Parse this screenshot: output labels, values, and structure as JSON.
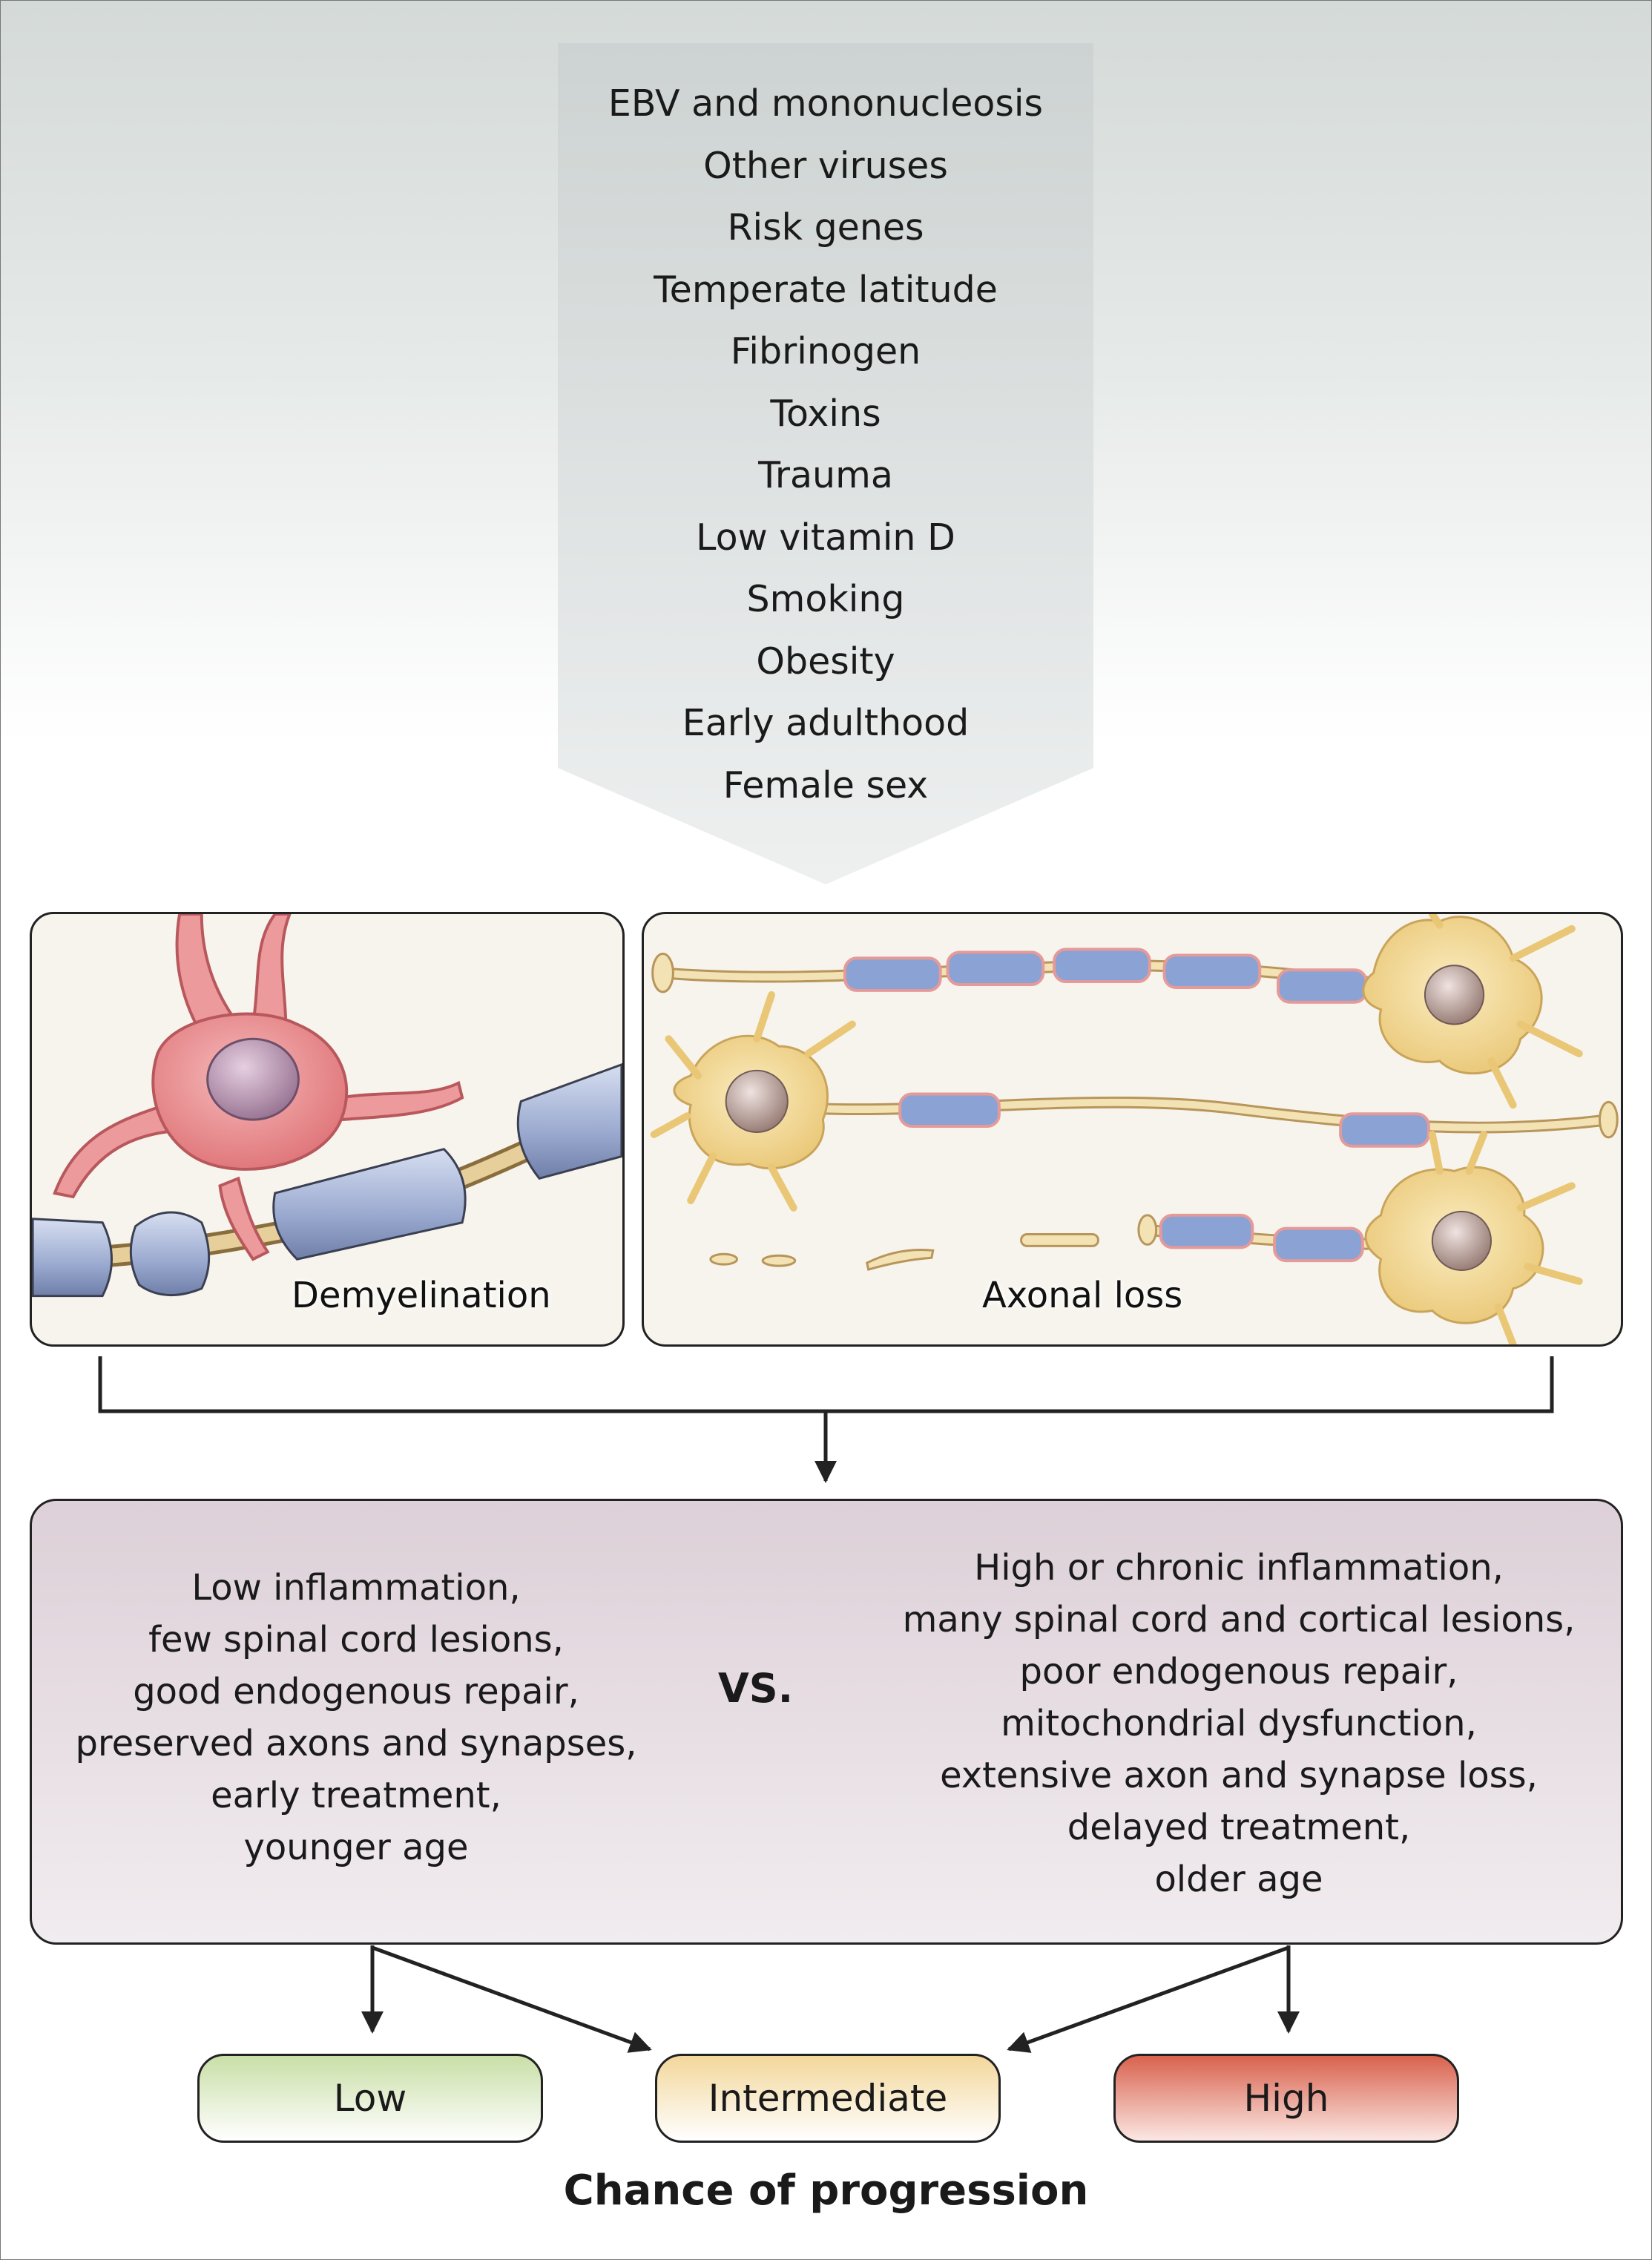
{
  "risk_factors": [
    "EBV and mononucleosis",
    "Other viruses",
    "Risk genes",
    "Temperate latitude",
    "Fibrinogen",
    "Toxins",
    "Trauma",
    "Low vitamin D",
    "Smoking",
    "Obesity",
    "Early adulthood",
    "Female sex"
  ],
  "panels": {
    "demyelination": "Demyelination",
    "axonal_loss": "Axonal loss"
  },
  "comparison": {
    "left": [
      "Low inflammation,",
      "few spinal cord lesions,",
      "good endogenous repair,",
      "preserved axons and synapses,",
      "early treatment,",
      "younger age"
    ],
    "vs": "VS.",
    "right": [
      "High or chronic inflammation,",
      "many spinal cord and cortical lesions,",
      "poor endogenous repair,",
      "mitochondrial dysfunction,",
      "extensive axon and synapse loss,",
      "delayed treatment,",
      "older age"
    ]
  },
  "outcomes": {
    "low": "Low",
    "intermediate": "Intermediate",
    "high": "High"
  },
  "footer_title": "Chance of progression",
  "colors": {
    "low_pill": "#c9dfa7",
    "intermediate_pill": "#f3d79b",
    "high_pill": "#d9624e",
    "myelin": "#8a9fcf",
    "axon": "#f0dfae",
    "neuron_body": "#f4dc9a",
    "oligodendrocyte": "#e58f92"
  }
}
